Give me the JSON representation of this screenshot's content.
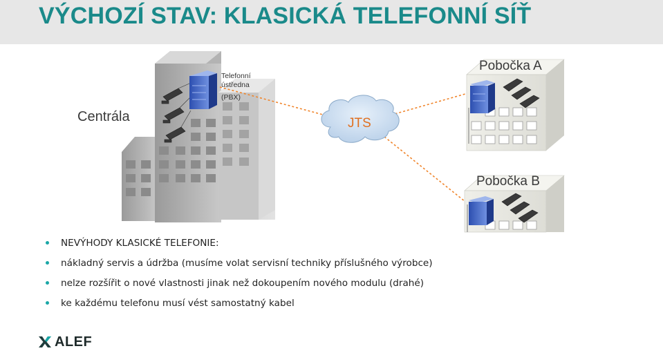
{
  "title": "VÝCHOZÍ STAV: KLASICKÁ TELEFONNÍ SÍŤ",
  "labels": {
    "centrala": "Centrála",
    "pbx_line1": "Telefonní",
    "pbx_line2": "ústředna",
    "pbx_line3": "(PBX)",
    "jts": "JTS",
    "pobocka_a": "Pobočka A",
    "pobocka_b": "Pobočka B"
  },
  "bullets": [
    "NEVÝHODY KLASICKÉ TELEFONIE:",
    "nákladný servis a údržba (musíme volat servisní techniky příslušného výrobce)",
    "nelze rozšířit o nové vlastnosti jinak než dokoupením nového modulu (drahé)",
    "ke každému telefonu musí vést samostatný kabel"
  ],
  "logo": {
    "text": "ALEF",
    "icon": "alef-x-icon"
  },
  "colors": {
    "title": "#1a8a8a",
    "bullet": "#1aa7a7",
    "connection": "#f0842a",
    "cloud": "#cfe0f0",
    "jts_text": "#e07020"
  }
}
